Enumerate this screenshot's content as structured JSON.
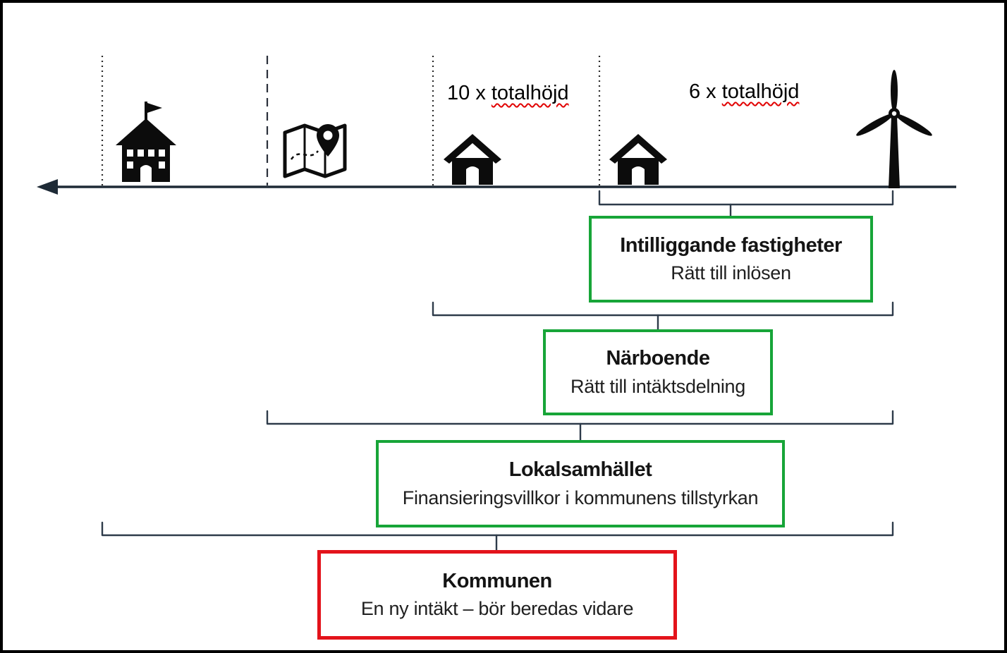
{
  "figure": {
    "description": "Wind turbine distance zones diagram",
    "distance_labels": [
      {
        "prefix": "10 x ",
        "term": "totalhöjd"
      },
      {
        "prefix": "6 x ",
        "term": "totalhöjd"
      }
    ],
    "icons": [
      "school-icon",
      "map-location-icon",
      "house-icon",
      "house-icon",
      "wind-turbine-icon"
    ],
    "boxes": [
      {
        "id": "intilliggande-fastigheter",
        "title": "Intilliggande fastigheter",
        "subtitle": "Rätt till inlösen",
        "border_color": "#17a538"
      },
      {
        "id": "narboende",
        "title": "Närboende",
        "subtitle": "Rätt till intäktsdelning",
        "border_color": "#17a538"
      },
      {
        "id": "lokalsamhallet",
        "title": "Lokalsamhället",
        "subtitle": "Finansieringsvillkor i kommunens tillstyrkan",
        "border_color": "#17a538"
      },
      {
        "id": "kommunen",
        "title": "Kommunen",
        "subtitle": "En ny intäkt – bör beredas vidare",
        "border_color": "#e3131b"
      }
    ],
    "colors": {
      "green": "#17a538",
      "red": "#e3131b",
      "line": "#24313f",
      "underline_red": "#e10000",
      "icon_black": "#0c0c0c"
    }
  }
}
